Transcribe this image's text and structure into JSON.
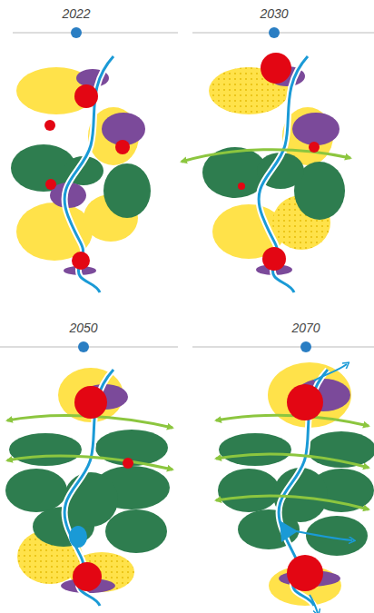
{
  "diagram": {
    "labels": [
      "2022",
      "2030",
      "2050",
      "2070"
    ]
  }
}
